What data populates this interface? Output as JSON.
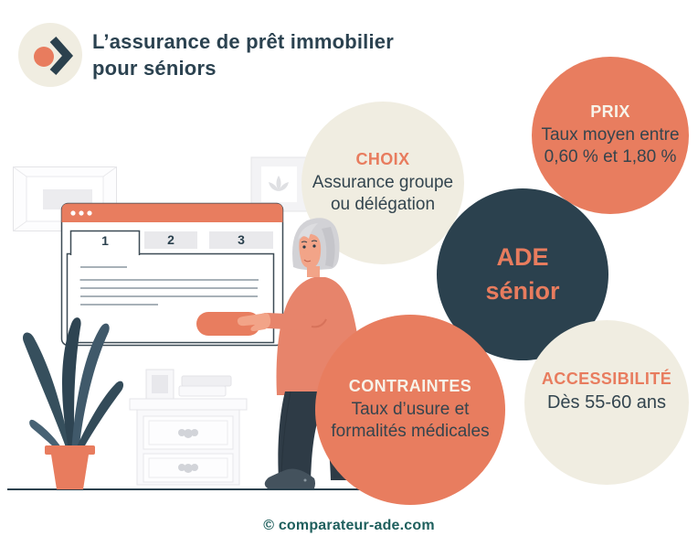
{
  "header": {
    "title_line1": "L’assurance de prêt immobilier",
    "title_line2": "pour séniors",
    "logo_icon": "chevron-right-icon"
  },
  "bubbles": {
    "choix": {
      "label": "CHOIX",
      "text_line1": "Assurance groupe",
      "text_line2": "ou délégation"
    },
    "prix": {
      "label": "PRIX",
      "text_line1": "Taux moyen entre",
      "text_line2": "0,60 % et 1,80 %"
    },
    "ade": {
      "title_line1": "ADE",
      "title_line2": "sénior"
    },
    "contraintes": {
      "label": "CONTRAINTES",
      "text_line1": "Taux d’usure et",
      "text_line2": "formalités médicales"
    },
    "accessibilite": {
      "label": "ACCESSIBILITÉ",
      "text_line1": "Dès 55-60 ans"
    }
  },
  "illustration": {
    "browser_tabs": [
      "1",
      "2",
      "3"
    ]
  },
  "footer": {
    "copyright": "© comparateur-ade.com"
  },
  "colors": {
    "orange": "#E87D5F",
    "cream": "#F0EDE1",
    "dark_teal": "#2B414E",
    "orange_text": "#E87C5E",
    "footer_teal": "#1E5F5D"
  }
}
